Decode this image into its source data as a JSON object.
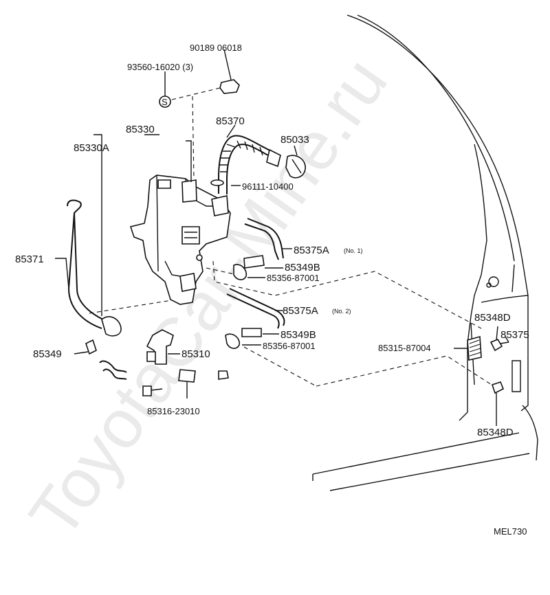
{
  "watermark": "ToyotaCar-Mine.ru",
  "diagram_code": "MEL730",
  "labels": {
    "p90189": "90189 06018",
    "p93560": "93560-16020 (3)",
    "s_mark": "S",
    "p85330": "85330",
    "p85330A": "85330A",
    "p85370": "85370",
    "p85033": "85033",
    "p96111": "96111-10400",
    "p85371": "85371",
    "p85375A_1": "85375A",
    "p85375A_1_note": "(No. 1)",
    "p85349B_1": "85349B",
    "p85356_1": "85356-87001",
    "p85375A_2": "85375A",
    "p85375A_2_note": "(No. 2)",
    "p85349B_2": "85349B",
    "p85356_2": "85356-87001",
    "p85348D_1": "85348D",
    "p85375": "85375",
    "p85315": "85315-87004",
    "p85349": "85349",
    "p85310": "85310",
    "p85316": "85316-23010",
    "p85348D_2": "85348D"
  }
}
